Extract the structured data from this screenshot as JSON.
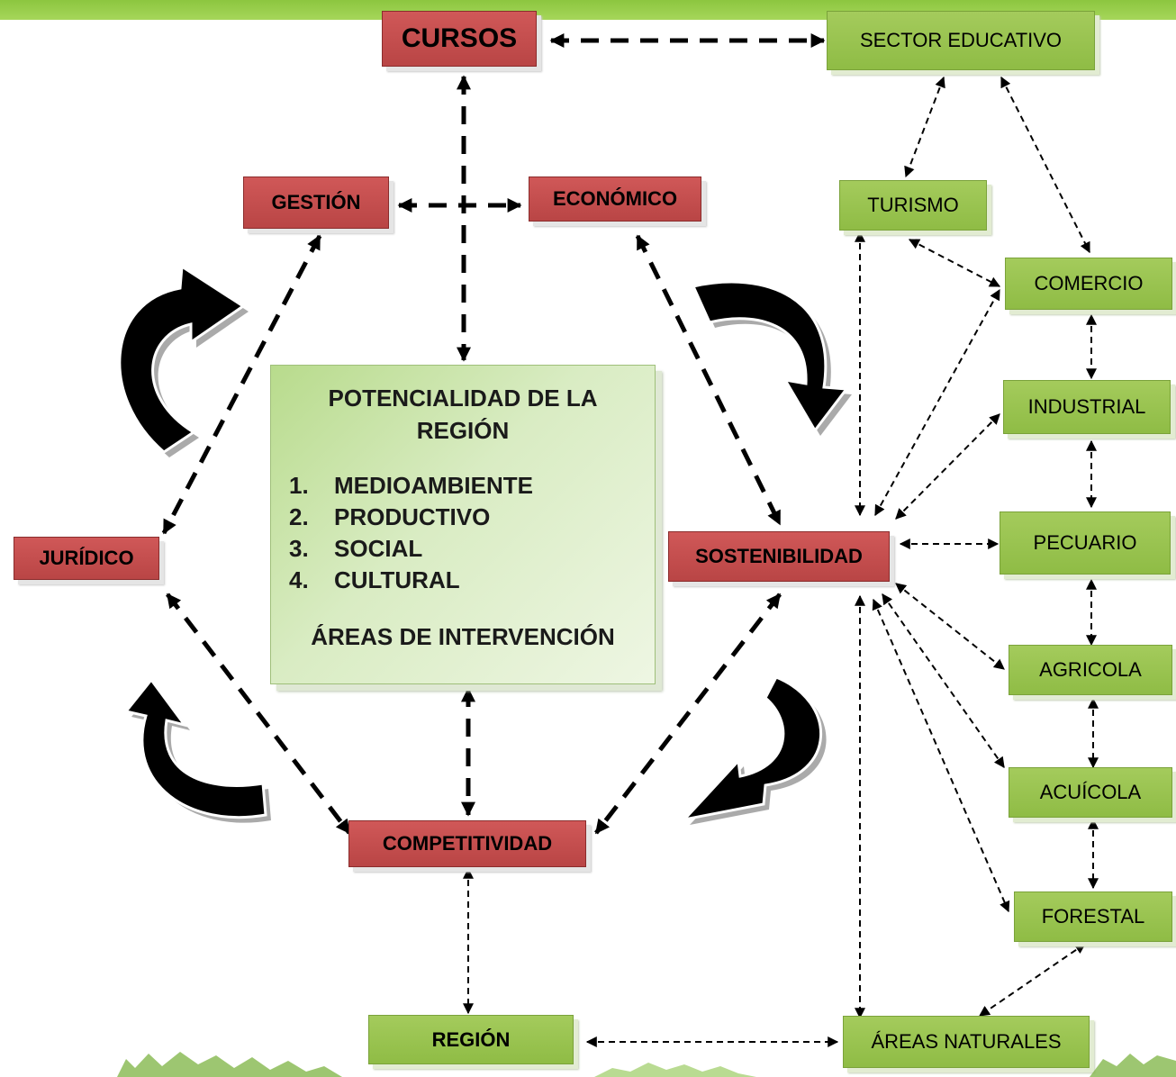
{
  "nodes": {
    "cursos": "CURSOS",
    "gestion": "GESTIÓN",
    "economico": "ECONÓMICO",
    "juridico": "JURÍDICO",
    "sostenibilidad": "SOSTENIBILIDAD",
    "competitividad": "COMPETITIVIDAD",
    "region": "REGIÓN",
    "sector_educativo": "SECTOR EDUCATIVO",
    "turismo": "TURISMO",
    "comercio": "COMERCIO",
    "industrial": "INDUSTRIAL",
    "pecuario": "PECUARIO",
    "agricola": "AGRICOLA",
    "acuicola": "ACUÍCOLA",
    "forestal": "FORESTAL",
    "areas_naturales": "ÁREAS NATURALES"
  },
  "center": {
    "title": "POTENCIALIDAD DE LA REGIÓN",
    "items": [
      {
        "num": "1.",
        "label": "MEDIOAMBIENTE"
      },
      {
        "num": "2.",
        "label": "PRODUCTIVO"
      },
      {
        "num": "3.",
        "label": "SOCIAL"
      },
      {
        "num": "4.",
        "label": "CULTURAL"
      }
    ],
    "subtitle": "ÁREAS DE INTERVENCIÓN"
  },
  "colors": {
    "red_node": "#c0504d",
    "green_node": "#9bc550",
    "top_band": "#8cc63f"
  }
}
